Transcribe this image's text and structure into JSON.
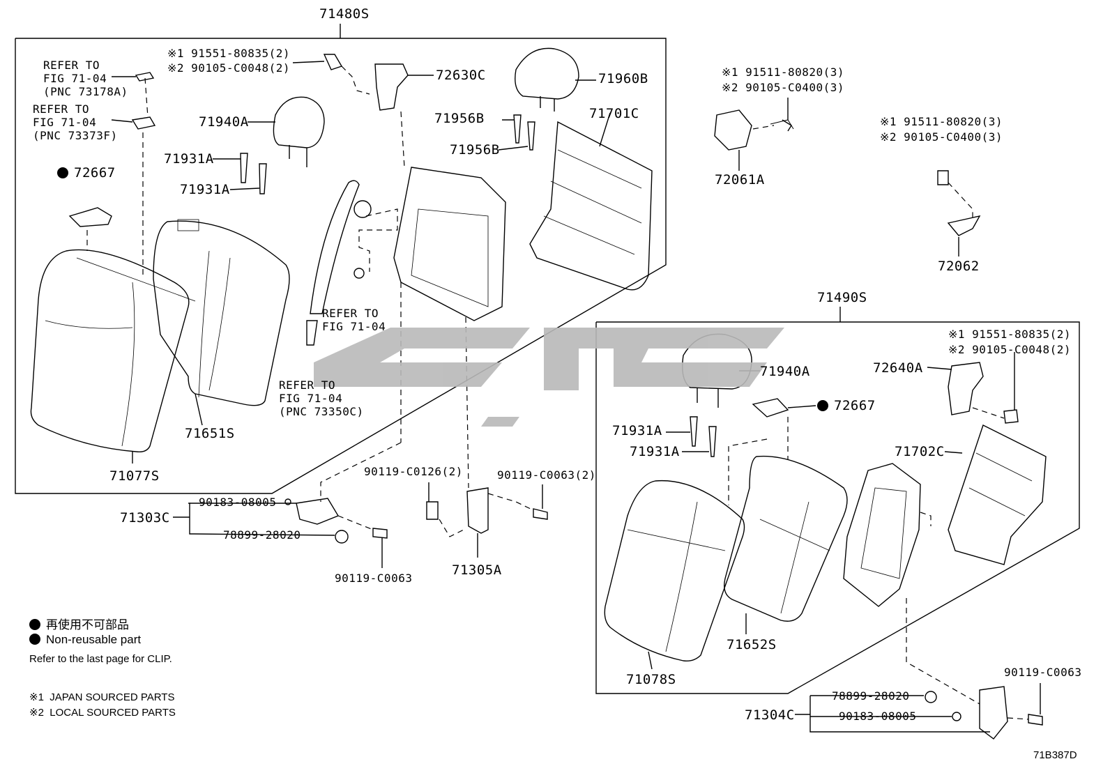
{
  "diagram_code": "71B387D",
  "groups": {
    "upper": "71480S",
    "lower": "71490S"
  },
  "parts": {
    "p71480S": "71480S",
    "p72630C": "72630C",
    "p71960B": "71960B",
    "p71701C": "71701C",
    "p71956B_1": "71956B",
    "p71956B_2": "71956B",
    "p71940A_1": "71940A",
    "p71931A_1": "71931A",
    "p71931A_2": "71931A",
    "p72667_1": "72667",
    "p71651S": "71651S",
    "p71077S": "71077S",
    "p72061A": "72061A",
    "p72062": "72062",
    "p71490S": "71490S",
    "p71940A_2": "71940A",
    "p72667_2": "72667",
    "p71931A_3": "71931A",
    "p71931A_4": "71931A",
    "p72640A": "72640A",
    "p71702C": "71702C",
    "p71652S": "71652S",
    "p71078S": "71078S",
    "p71303C": "71303C",
    "p71305A": "71305A",
    "p71304C": "71304C",
    "b90183_08005_1": "90183-08005",
    "b78899_28020_1": "78899-28020",
    "b90119_C0063_1": "90119-C0063",
    "b90119_C0126": "90119-C0126(2)",
    "b90119_C0063_2": "90119-C0063(2)",
    "b90119_C0063_3": "90119-C0063",
    "b78899_28020_2": "78899-28020",
    "b90183_08005_2": "90183-08005"
  },
  "fastener_pairs": {
    "top_center": {
      "s1": "※1 91551-80835(2)",
      "s2": "※2 90105-C0048(2)"
    },
    "top_right_a": {
      "s1": "※1 91511-80820(3)",
      "s2": "※2 90105-C0400(3)"
    },
    "top_right_b": {
      "s1": "※1 91511-80820(3)",
      "s2": "※2 90105-C0400(3)"
    },
    "lower_right": {
      "s1": "※1 91551-80835(2)",
      "s2": "※2 90105-C0048(2)"
    }
  },
  "refers": {
    "r1": [
      "REFER TO",
      "FIG 71-04",
      "(PNC 73178A)"
    ],
    "r2": [
      "REFER TO",
      "FIG 71-04",
      "(PNC 73373F)"
    ],
    "r3": [
      "REFER TO",
      "FIG 71-04"
    ],
    "r4": [
      "REFER TO",
      "FIG 71-04",
      "(PNC 73350C)"
    ]
  },
  "legend": {
    "jp_nonreusable": "再使用不可部品",
    "en_nonreusable": "Non-reusable part",
    "clip_note": "Refer to the last page for CLIP.",
    "note1_mark": "※1",
    "note1_text": "JAPAN SOURCED PARTS",
    "note2_mark": "※2",
    "note2_text": "LOCAL SOURCED PARTS"
  },
  "colors": {
    "line": "#000000",
    "watermark": "#b9b9b9"
  }
}
